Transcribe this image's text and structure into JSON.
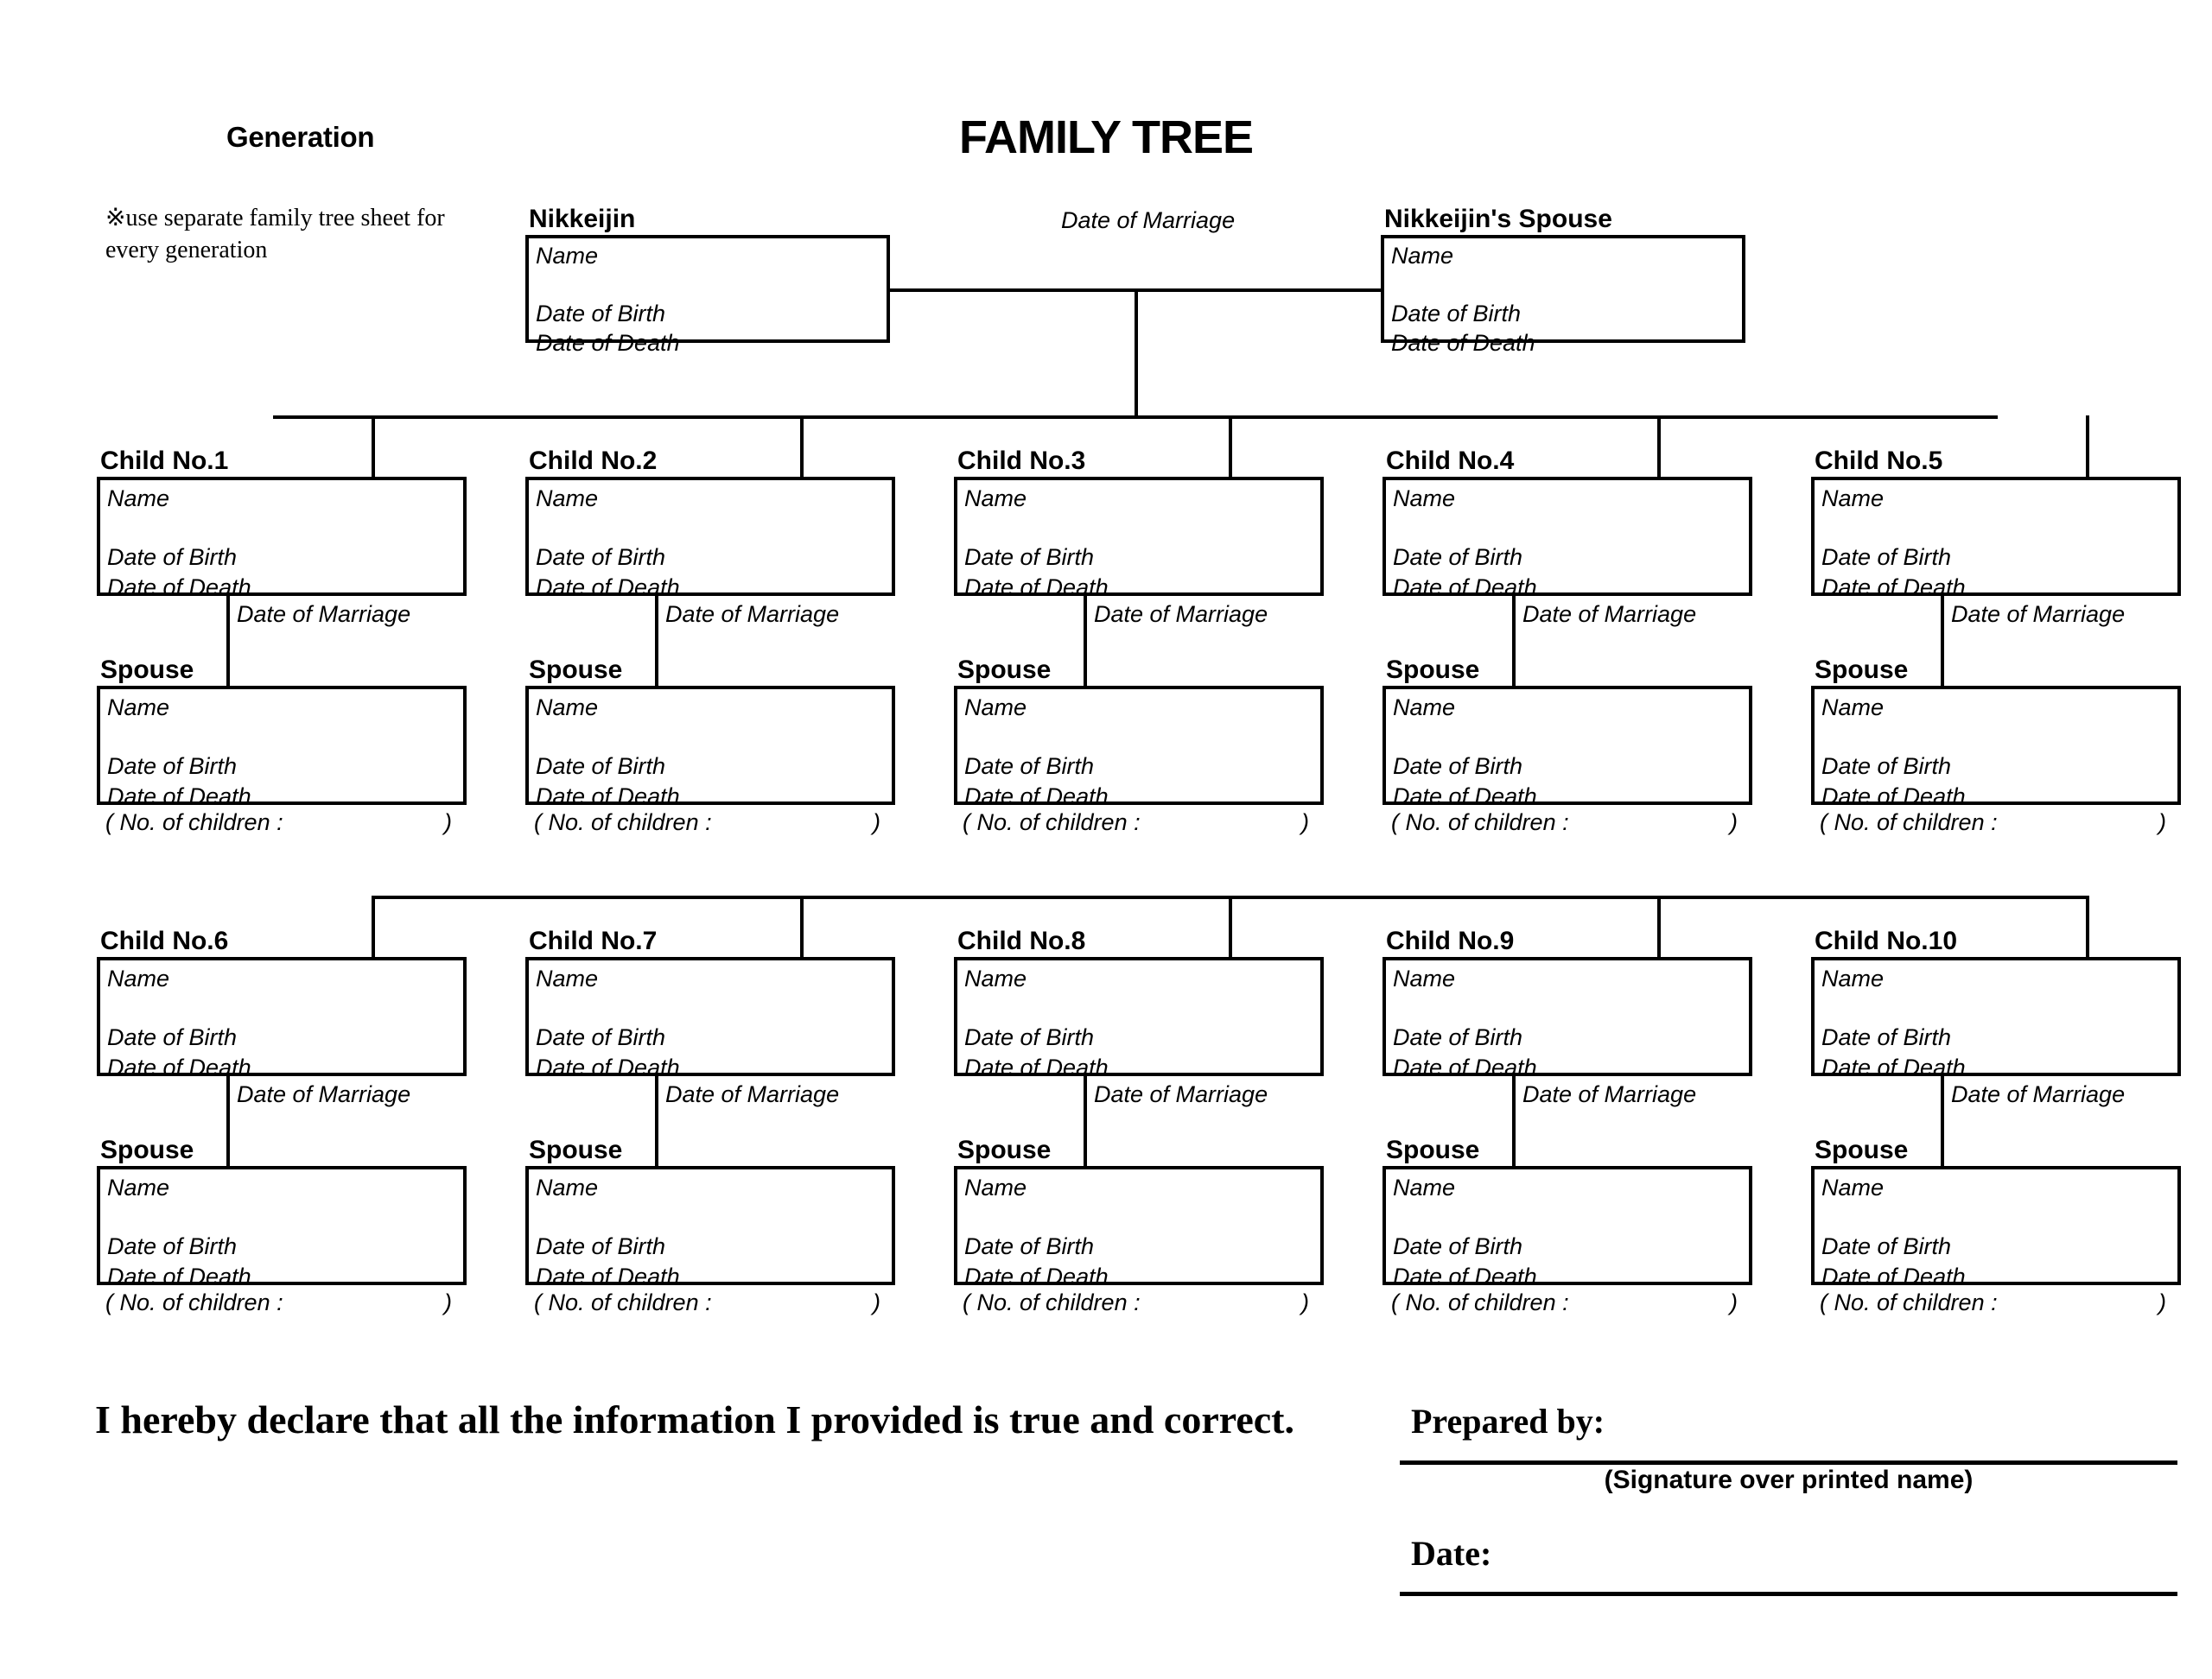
{
  "document": {
    "title": "FAMILY TREE",
    "generation_label": "Generation",
    "note": "※use separate family tree sheet for every generation"
  },
  "field_labels": {
    "name": "Name",
    "date_of_birth": "Date of Birth",
    "date_of_death": "Date of Death",
    "date_of_marriage": "Date of Marriage",
    "no_of_children_open": "( No. of children :",
    "no_of_children_close": ")"
  },
  "top_row": {
    "principal": {
      "caption": "Nikkeijin",
      "name": "Name",
      "date_of_birth": "Date of Birth",
      "date_of_death": "Date of Death"
    },
    "marriage_label": "Date of Marriage",
    "spouse": {
      "caption": "Nikkeijin's Spouse",
      "name": "Name",
      "date_of_birth": "Date of Birth",
      "date_of_death": "Date of Death"
    }
  },
  "children": [
    {
      "caption": "Child No.1",
      "name": "Name",
      "date_of_birth": "Date of Birth",
      "date_of_death": "Date of Death",
      "marriage_label": "Date of Marriage",
      "spouse": {
        "caption": "Spouse",
        "name": "Name",
        "date_of_birth": "Date of Birth",
        "date_of_death": "Date of Death"
      },
      "no_of_children_open": "( No. of children :",
      "no_of_children_close": ")"
    },
    {
      "caption": "Child No.2",
      "name": "Name",
      "date_of_birth": "Date of Birth",
      "date_of_death": "Date of Death",
      "marriage_label": "Date of Marriage",
      "spouse": {
        "caption": "Spouse",
        "name": "Name",
        "date_of_birth": "Date of Birth",
        "date_of_death": "Date of Death"
      },
      "no_of_children_open": "( No. of children :",
      "no_of_children_close": ")"
    },
    {
      "caption": "Child No.3",
      "name": "Name",
      "date_of_birth": "Date of Birth",
      "date_of_death": "Date of Death",
      "marriage_label": "Date of Marriage",
      "spouse": {
        "caption": "Spouse",
        "name": "Name",
        "date_of_birth": "Date of Birth",
        "date_of_death": "Date of Death"
      },
      "no_of_children_open": "( No. of children :",
      "no_of_children_close": ")"
    },
    {
      "caption": "Child No.4",
      "name": "Name",
      "date_of_birth": "Date of Birth",
      "date_of_death": "Date of Death",
      "marriage_label": "Date of Marriage",
      "spouse": {
        "caption": "Spouse",
        "name": "Name",
        "date_of_birth": "Date of Birth",
        "date_of_death": "Date of Death"
      },
      "no_of_children_open": "( No. of children :",
      "no_of_children_close": ")"
    },
    {
      "caption": "Child No.5",
      "name": "Name",
      "date_of_birth": "Date of Birth",
      "date_of_death": "Date of Death",
      "marriage_label": "Date of Marriage",
      "spouse": {
        "caption": "Spouse",
        "name": "Name",
        "date_of_birth": "Date of Birth",
        "date_of_death": "Date of Death"
      },
      "no_of_children_open": "( No. of children :",
      "no_of_children_close": ")"
    },
    {
      "caption": "Child No.6",
      "name": "Name",
      "date_of_birth": "Date of Birth",
      "date_of_death": "Date of Death",
      "marriage_label": "Date of Marriage",
      "spouse": {
        "caption": "Spouse",
        "name": "Name",
        "date_of_birth": "Date of Birth",
        "date_of_death": "Date of Death"
      },
      "no_of_children_open": "( No. of children :",
      "no_of_children_close": ")"
    },
    {
      "caption": "Child No.7",
      "name": "Name",
      "date_of_birth": "Date of Birth",
      "date_of_death": "Date of Death",
      "marriage_label": "Date of Marriage",
      "spouse": {
        "caption": "Spouse",
        "name": "Name",
        "date_of_birth": "Date of Birth",
        "date_of_death": "Date of Death"
      },
      "no_of_children_open": "( No. of children :",
      "no_of_children_close": ")"
    },
    {
      "caption": "Child No.8",
      "name": "Name",
      "date_of_birth": "Date of Birth",
      "date_of_death": "Date of Death",
      "marriage_label": "Date of Marriage",
      "spouse": {
        "caption": "Spouse",
        "name": "Name",
        "date_of_birth": "Date of Birth",
        "date_of_death": "Date of Death"
      },
      "no_of_children_open": "( No. of children :",
      "no_of_children_close": ")"
    },
    {
      "caption": "Child No.9",
      "name": "Name",
      "date_of_birth": "Date of Birth",
      "date_of_death": "Date of Death",
      "marriage_label": "Date of Marriage",
      "spouse": {
        "caption": "Spouse",
        "name": "Name",
        "date_of_birth": "Date of Birth",
        "date_of_death": "Date of Death"
      },
      "no_of_children_open": "( No. of children :",
      "no_of_children_close": ")"
    },
    {
      "caption": "Child No.10",
      "name": "Name",
      "date_of_birth": "Date of Birth",
      "date_of_death": "Date of Death",
      "marriage_label": "Date of Marriage",
      "spouse": {
        "caption": "Spouse",
        "name": "Name",
        "date_of_birth": "Date of Birth",
        "date_of_death": "Date of Death"
      },
      "no_of_children_open": "( No. of children :",
      "no_of_children_close": ")"
    }
  ],
  "footer": {
    "declaration": "I hereby declare that all the information I provided is true and correct.",
    "prepared_by_label": "Prepared by:",
    "signature_caption": "(Signature over printed name)",
    "date_label": "Date:"
  },
  "colors": {
    "ink": "#000000",
    "paper": "#ffffff"
  }
}
